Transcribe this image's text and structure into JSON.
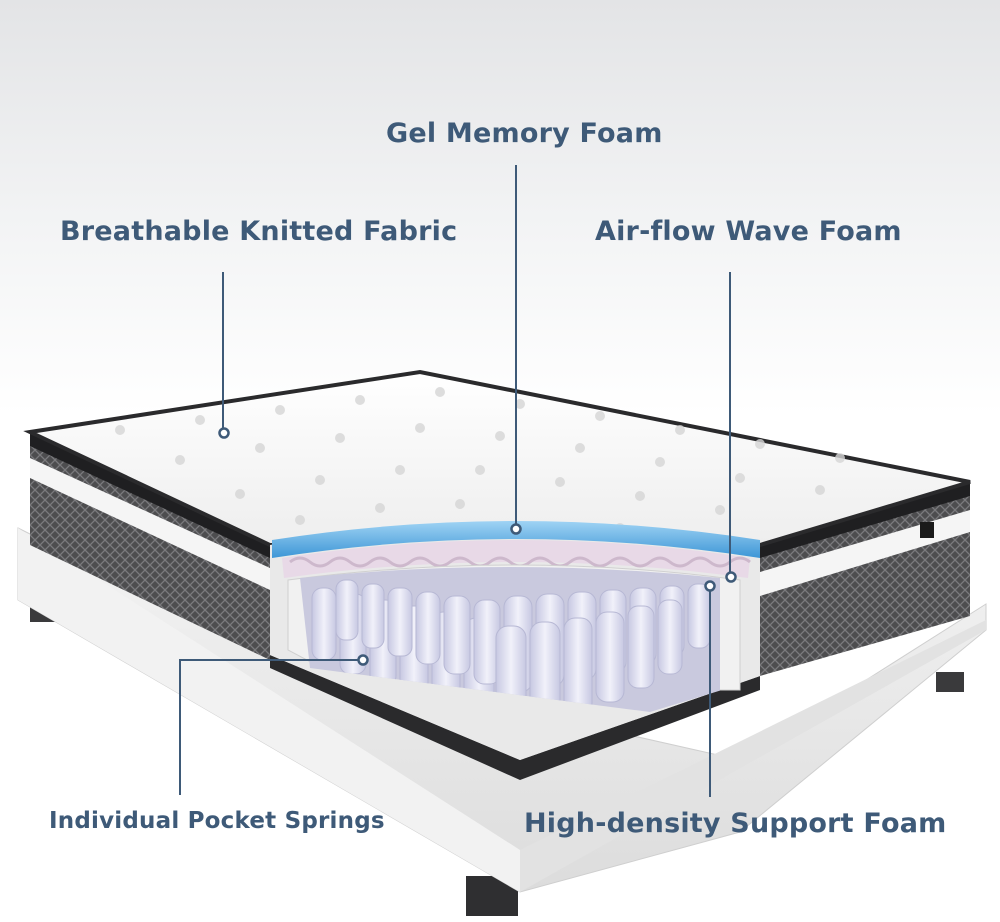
{
  "labels": {
    "gel_memory_foam": "Gel Memory Foam",
    "breathable_knitted_fabric": "Breathable Knitted Fabric",
    "air_flow_wave_foam": "Air-flow Wave Foam",
    "individual_pocket_springs": "Individual Pocket Springs",
    "high_density_support_foam": "High-density Support Foam"
  },
  "colors": {
    "label_text": "#3e5a78",
    "leader_line": "#3e5a78",
    "gel_layer": "#4aa7e2",
    "wave_layer": "#e6d6e4",
    "springs": "#dcdcef",
    "base": "#ededed",
    "fabric_side": "#5a5a5a"
  }
}
